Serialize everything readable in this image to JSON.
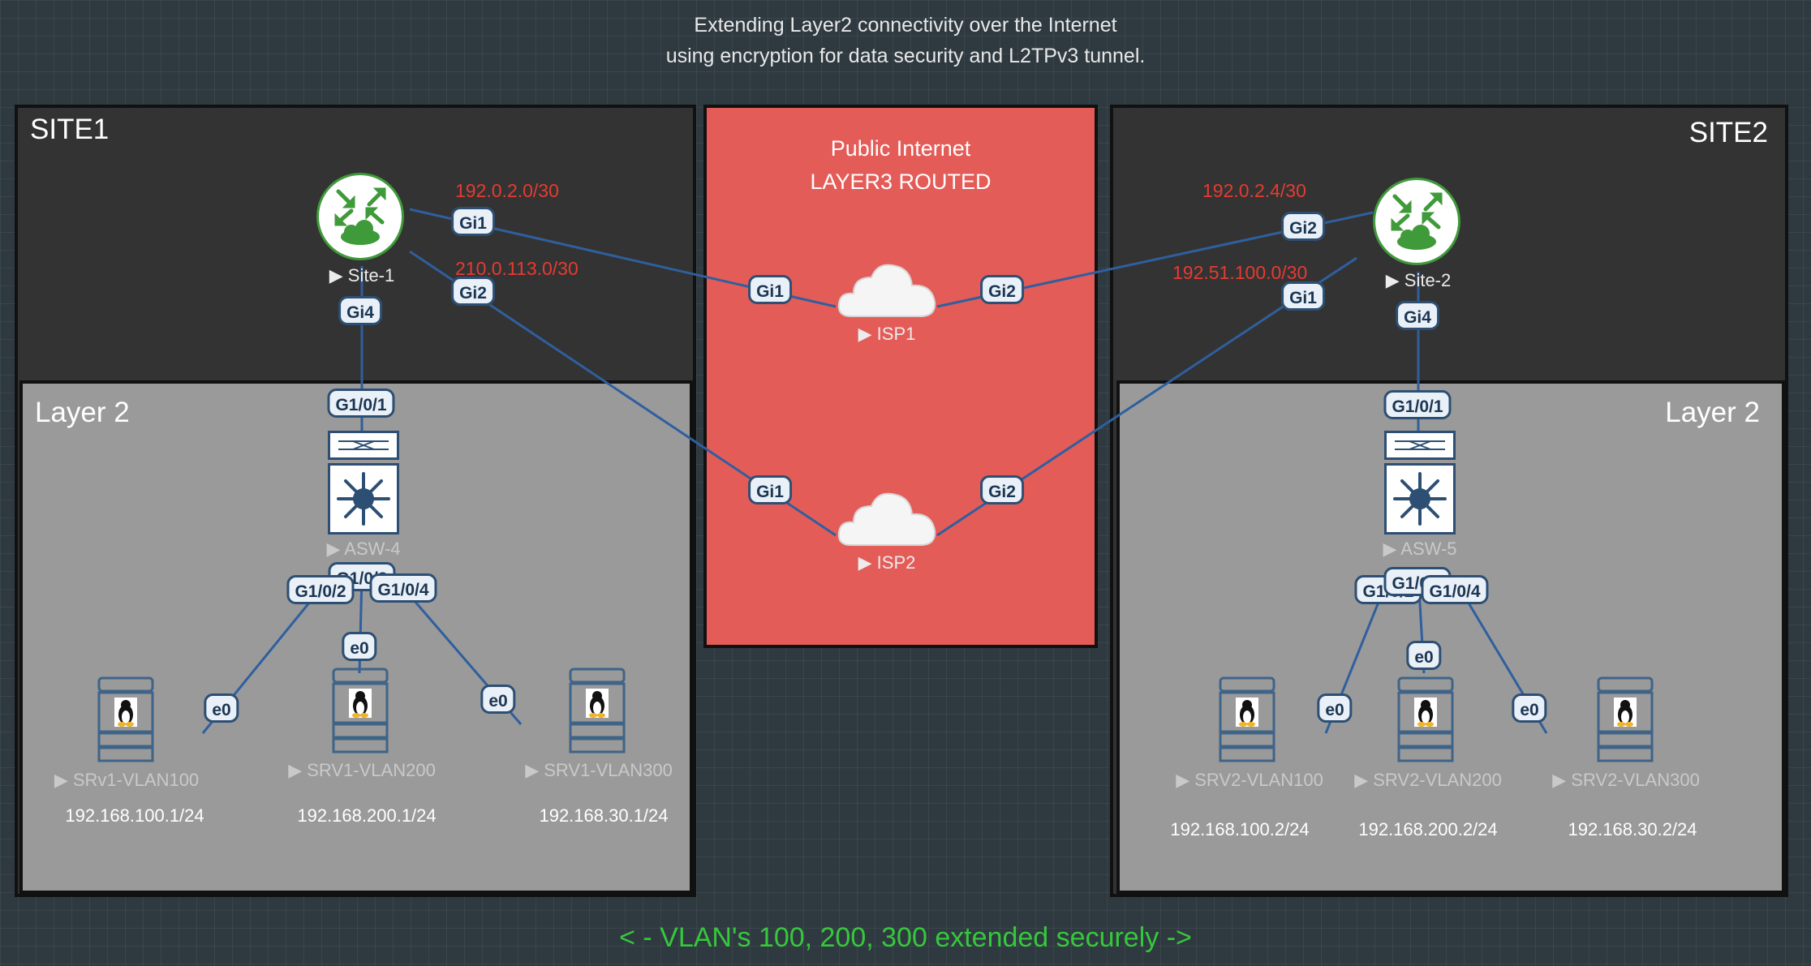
{
  "title": {
    "line1": "Extending Layer2 connectivity over the Internet",
    "line2": "using encryption for data security and L2TPv3 tunnel."
  },
  "site1": {
    "label": "SITE1",
    "layer2_label": "Layer 2"
  },
  "site2": {
    "label": "SITE2",
    "layer2_label": "Layer 2"
  },
  "internet": {
    "line1": "Public Internet",
    "line2": "LAYER3 ROUTED"
  },
  "subnets": {
    "s1_isp1": "192.0.2.0/30",
    "s1_isp2": "210.0.113.0/30",
    "s2_isp1": "192.0.2.4/30",
    "s2_isp2": "192.51.100.0/30"
  },
  "devices": {
    "site1_router": "▶ Site-1",
    "site2_router": "▶ Site-2",
    "isp1": "▶ ISP1",
    "isp2": "▶ ISP2",
    "asw4": "▶ ASW-4",
    "asw5": "▶ ASW-5",
    "srv1_vlan100": "▶ SRv1-VLAN100",
    "srv1_vlan200": "▶ SRV1-VLAN200",
    "srv1_vlan300": "▶ SRV1-VLAN300",
    "srv2_vlan100": "▶ SRV2-VLAN100",
    "srv2_vlan200": "▶ SRV2-VLAN200",
    "srv2_vlan300": "▶ SRV2-VLAN300"
  },
  "ips": {
    "srv1_vlan100": "192.168.100.1/24",
    "srv1_vlan200": "192.168.200.1/24",
    "srv1_vlan300": "192.168.30.1/24",
    "srv2_vlan100": "192.168.100.2/24",
    "srv2_vlan200": "192.168.200.2/24",
    "srv2_vlan300": "192.168.30.2/24"
  },
  "interfaces": {
    "s1_gi1": "Gi1",
    "s1_gi2": "Gi2",
    "s1_gi4": "Gi4",
    "isp1_gi1": "Gi1",
    "isp1_gi2": "Gi2",
    "isp2_gi1": "Gi1",
    "isp2_gi2": "Gi2",
    "s2_gi2": "Gi2",
    "s2_gi1": "Gi1",
    "s2_gi4": "Gi4",
    "asw4_g101": "G1/0/1",
    "asw4_g103": "G1/0/3",
    "asw4_g102": "G1/0/2",
    "asw4_g104": "G1/0/4",
    "asw5_g101": "G1/0/1",
    "asw5_g102": "G1/0/2",
    "asw5_g103": "G1/0/3",
    "asw5_g104": "G1/0/4",
    "srv1_100_e0": "e0",
    "srv1_200_e0": "e0",
    "srv1_300_e0": "e0",
    "srv2_100_e0": "e0",
    "srv2_200_e0": "e0",
    "srv2_300_e0": "e0"
  },
  "footer": "< - VLAN's 100, 200, 300 extended securely ->",
  "colors": {
    "link": "#2f5f9e",
    "subnet_text": "#e53b31",
    "router_green": "#3f9a3a",
    "internet_red": "#e45c58",
    "footer_green": "#36c83c"
  }
}
